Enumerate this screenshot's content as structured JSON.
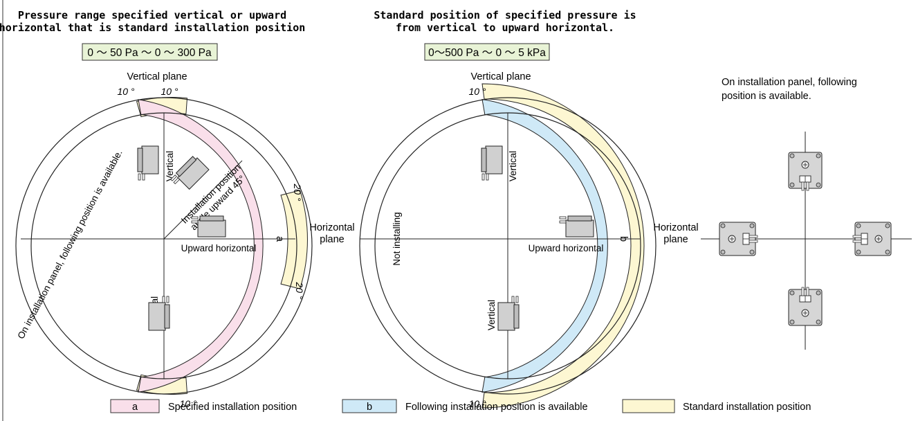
{
  "left": {
    "title_line1": "Pressure range specified vertical or upward",
    "title_line2": "horizontal that is standard installation position",
    "range": "0 ～ 50 Pa ～ 0 ～ 300 Pa",
    "vertical_plane": "Vertical plane",
    "horizontal_plane_1": "Horizontal",
    "horizontal_plane_2": "plane",
    "deg_10": "10 °",
    "deg_20": "20 °",
    "vertical": "Vertical",
    "upward_horizontal": "Upward horizontal",
    "install_angle_1": "Installation position",
    "install_angle_2": "angle upward 45°",
    "panel_note": "On installation panel, following position is available.",
    "arc_letter": "a"
  },
  "middle": {
    "title_line1": "Standard position of specified pressure is",
    "title_line2": "from vertical to upward horizontal.",
    "range": "0～500 Pa ～ 0 ～ 5 kPa",
    "vertical_plane": "Vertical plane",
    "horizontal_plane_1": "Horizontal",
    "horizontal_plane_2": "plane",
    "deg_10": "10 °",
    "vertical": "Vertical",
    "upward_horizontal": "Upward horizontal",
    "not_installing": "Not installing",
    "arc_letter": "b"
  },
  "right": {
    "note_line1": "On installation panel, following",
    "note_line2": "position is available."
  },
  "legend": [
    {
      "key": "a",
      "label": "Specified installation position",
      "color": "#f9dfea"
    },
    {
      "key": "b",
      "label": "Following installation position is available",
      "color": "#cfe9f7"
    },
    {
      "key": "",
      "label": "Standard installation position",
      "color": "#fdf7d2"
    }
  ],
  "colors": {
    "pink": "#f9dfea",
    "blue": "#cfe9f7",
    "yellow": "#fdf7d2",
    "range_box": "#e8f3d6"
  },
  "icons": [
    "device-vertical",
    "device-45",
    "device-horizontal",
    "device-panel"
  ]
}
